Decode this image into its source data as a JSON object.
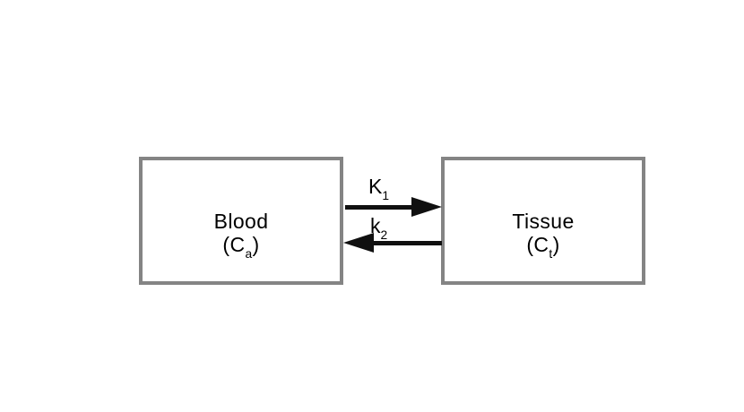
{
  "diagram": {
    "colors": {
      "page-bg": "#ffffff",
      "box-fill": "#ffffff",
      "border": "#848484",
      "arrow": "#101010",
      "text": "#000000"
    },
    "compartments": [
      {
        "label": "Blood",
        "symbol_open": "(C",
        "symbol_sub": "a",
        "symbol_close": ")"
      },
      {
        "label": "Tissue",
        "symbol_open": "(C",
        "symbol_sub": "t",
        "symbol_close": ")"
      }
    ],
    "rates": [
      {
        "base": "K",
        "sub": "1",
        "direction": "right",
        "from": "Blood",
        "to": "Tissue"
      },
      {
        "base": "k",
        "sub": "2",
        "direction": "left",
        "from": "Tissue",
        "to": "Blood"
      }
    ]
  }
}
